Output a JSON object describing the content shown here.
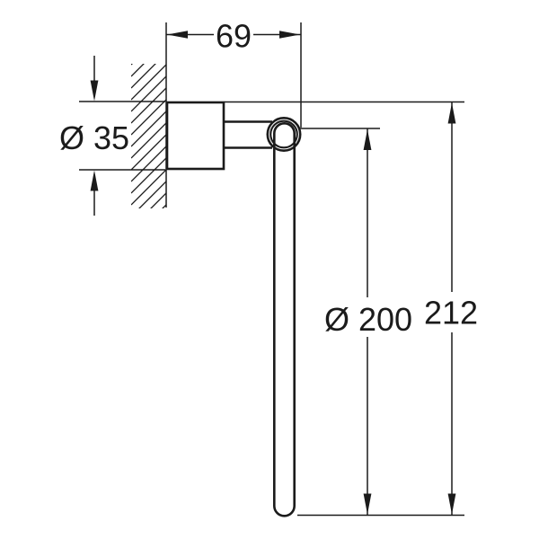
{
  "drawing": {
    "background_color": "#ffffff",
    "stroke_color": "#1b1b1b",
    "labels": {
      "width": "69",
      "mount_diameter": "Ø 35",
      "ring_diameter": "Ø 200",
      "overall_height": "212"
    }
  }
}
